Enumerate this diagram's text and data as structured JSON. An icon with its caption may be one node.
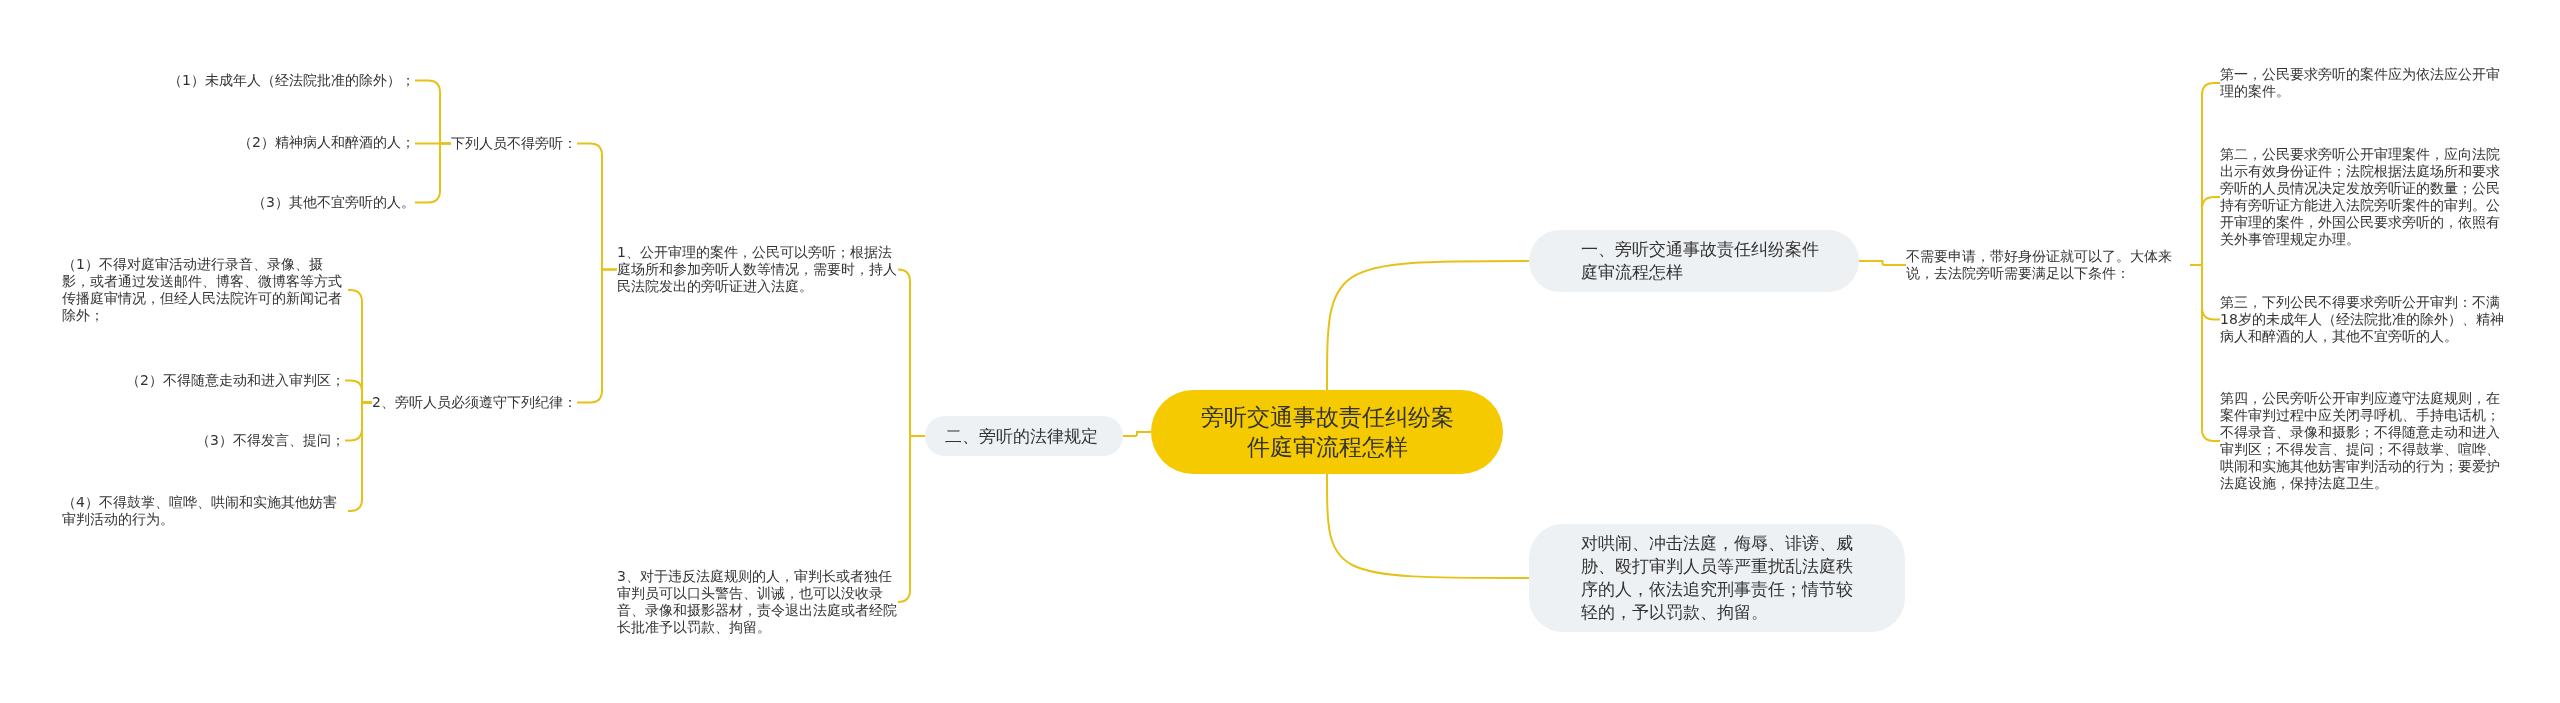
{
  "diagram": {
    "nodes": [
      {
        "text": [
          "旁听交通事故责任纠纷案件庭审流程怎样"
        ]
      },
      {
        "text": [
          "一、旁听交通事故责任纠纷案件庭审流程怎样"
        ]
      },
      {
        "text": [
          "不需要申请，带好身份证就可以了。大体来说，去法院旁听需要满足以下条件："
        ]
      },
      {
        "text": [
          "第一，公民要求旁听的案件应为依法应公开审理的案件。"
        ]
      },
      {
        "text": [
          "第二，公民要求旁听公开审理案件，应向法院出示有效身份证件；法院根据法庭场所和要求旁听的人员情况决定发放旁听证的数量；公民持有旁听证方能进入法院旁听案件的审判。公开审理的案件，外国公民要求旁听的，依照有关外事管理规定办理。"
        ]
      },
      {
        "text": [
          "第三，下列公民不得要求旁听公开审判：不满18岁的未成年人（经法院批准的除外）、精神病人和醉酒的人，其他不宜旁听的人。"
        ]
      },
      {
        "text": [
          "第四，公民旁听公开审判应遵守法庭规则，在案件审判过程中应关闭寻呼机、手持电话机；不得录音、录像和摄影；不得随意走动和进入审判区；不得发言、提问；不得鼓掌、喧哗、哄闹和实施其他妨害审判活动的行为；要爱护法庭设施，保持法庭卫生。"
        ]
      },
      {
        "text": [
          "对哄闹、冲击法庭，侮辱、诽谤、威胁、殴打审判人员等严重扰乱法庭秩序的人，依法追究刑事责任；情节较轻的，予以罚款、拘留。"
        ]
      },
      {
        "text": [
          "二、旁听的法律规定"
        ]
      },
      {
        "text": [
          "1、公开审理的案件，公民可以旁听；根据法庭场所和参加旁听人数等情况，需要时，持人民法院发出的旁听证进入法庭。"
        ]
      },
      {
        "text": [
          "下列人员不得旁听："
        ]
      },
      {
        "text": [
          "（1）未成年人（经法院批准的除外）；"
        ]
      },
      {
        "text": [
          "（2）精神病人和醉酒的人；"
        ]
      },
      {
        "text": [
          "（3）其他不宜旁听的人。"
        ]
      },
      {
        "text": [
          "2、旁听人员必须遵守下列纪律："
        ]
      },
      {
        "text": [
          "（1）不得对庭审活动进行录音、录像、摄影，或者通过发送邮件、博客、微博客等方式传播庭审情况，但经人民法院许可的新闻记者除外；"
        ]
      },
      {
        "text": [
          "（2）不得随意走动和进入审判区；"
        ]
      },
      {
        "text": [
          "（3）不得发言、提问；"
        ]
      },
      {
        "text": [
          "（4）不得鼓掌、喧哗、哄闹和实施其他妨害审判活动的行为。"
        ]
      },
      {
        "text": [
          "3、对于违反法庭规则的人，审判长或者独任审判员可以口头警告、训诫，也可以没收录音、录像和摄影器材，责令退出法庭或者经院长批准予以罚款、拘留。"
        ]
      }
    ],
    "edges": [
      {
        "from": 0,
        "to": 1,
        "arrow": "none"
      },
      {
        "from": 0,
        "to": 7,
        "arrow": "none"
      },
      {
        "from": 0,
        "to": 8,
        "arrow": "none"
      },
      {
        "from": 1,
        "to": 2,
        "arrow": "none"
      },
      {
        "from": 2,
        "to": 3,
        "arrow": "none"
      },
      {
        "from": 2,
        "to": 4,
        "arrow": "none"
      },
      {
        "from": 2,
        "to": 5,
        "arrow": "none"
      },
      {
        "from": 2,
        "to": 6,
        "arrow": "none"
      },
      {
        "from": 8,
        "to": 9,
        "arrow": "none"
      },
      {
        "from": 8,
        "to": 19,
        "arrow": "none"
      },
      {
        "from": 9,
        "to": 10,
        "arrow": "none"
      },
      {
        "from": 9,
        "to": 14,
        "arrow": "none"
      },
      {
        "from": 10,
        "to": 11,
        "arrow": "none"
      },
      {
        "from": 10,
        "to": 12,
        "arrow": "none"
      },
      {
        "from": 10,
        "to": 13,
        "arrow": "none"
      },
      {
        "from": 14,
        "to": 15,
        "arrow": "none"
      },
      {
        "from": 14,
        "to": 16,
        "arrow": "none"
      },
      {
        "from": 14,
        "to": 17,
        "arrow": "none"
      },
      {
        "from": 14,
        "to": 18,
        "arrow": "none"
      }
    ]
  }
}
